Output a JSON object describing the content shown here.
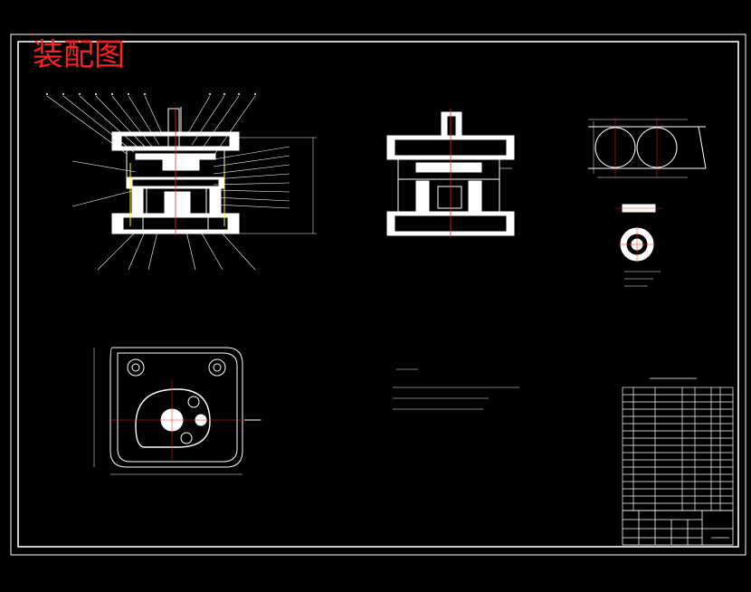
{
  "drawing": {
    "title": "装配图",
    "title_color": "#ff2020",
    "line_color": "#ffffff",
    "accent_red": "#ff2020",
    "accent_yellow": "#ffff00",
    "background": "#000000"
  },
  "views": [
    {
      "name": "main-section-view"
    },
    {
      "name": "side-section-view"
    },
    {
      "name": "top-plan-view"
    },
    {
      "name": "strip-layout-view"
    },
    {
      "name": "part-detail-view"
    }
  ]
}
